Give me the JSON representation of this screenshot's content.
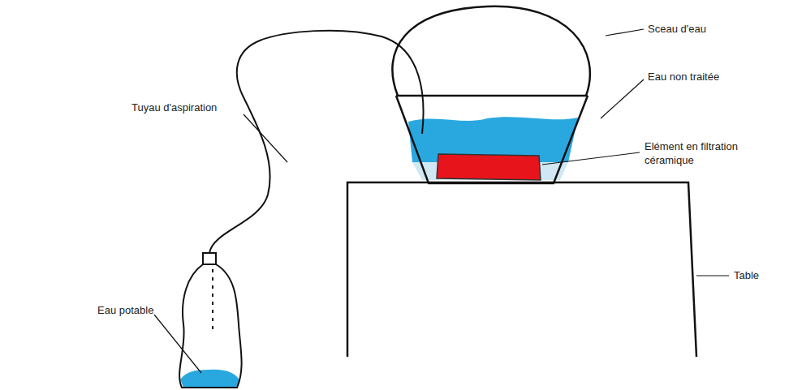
{
  "diagram": {
    "labels": [
      "Sceau d'eau",
      "Tuyau d'aspiration",
      "Eau non traitée",
      "Elément en filtration céramique",
      "Table",
      "Eau potable"
    ]
  }
}
